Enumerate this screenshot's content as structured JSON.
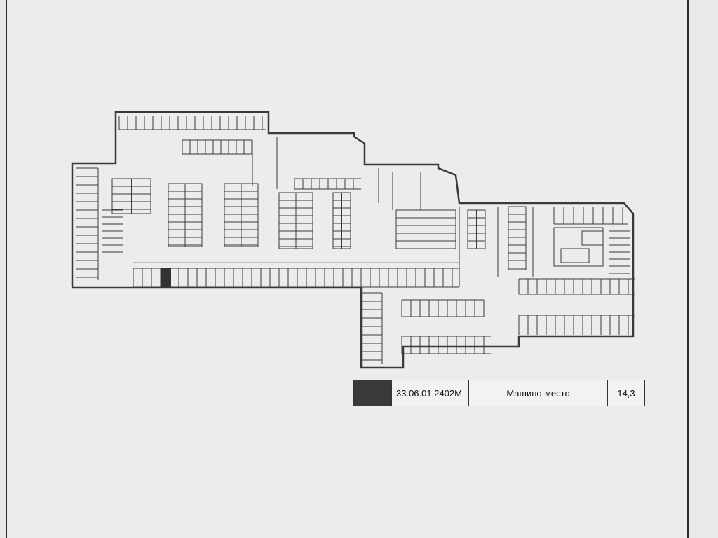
{
  "legend": {
    "swatch_color": "#3a3a3a",
    "code": "33.06.01.2402М",
    "type": "Машино-место",
    "area": "14,3"
  },
  "colors": {
    "paper": "#ececea",
    "line": "#3a3a3a",
    "highlight": "#333333"
  }
}
